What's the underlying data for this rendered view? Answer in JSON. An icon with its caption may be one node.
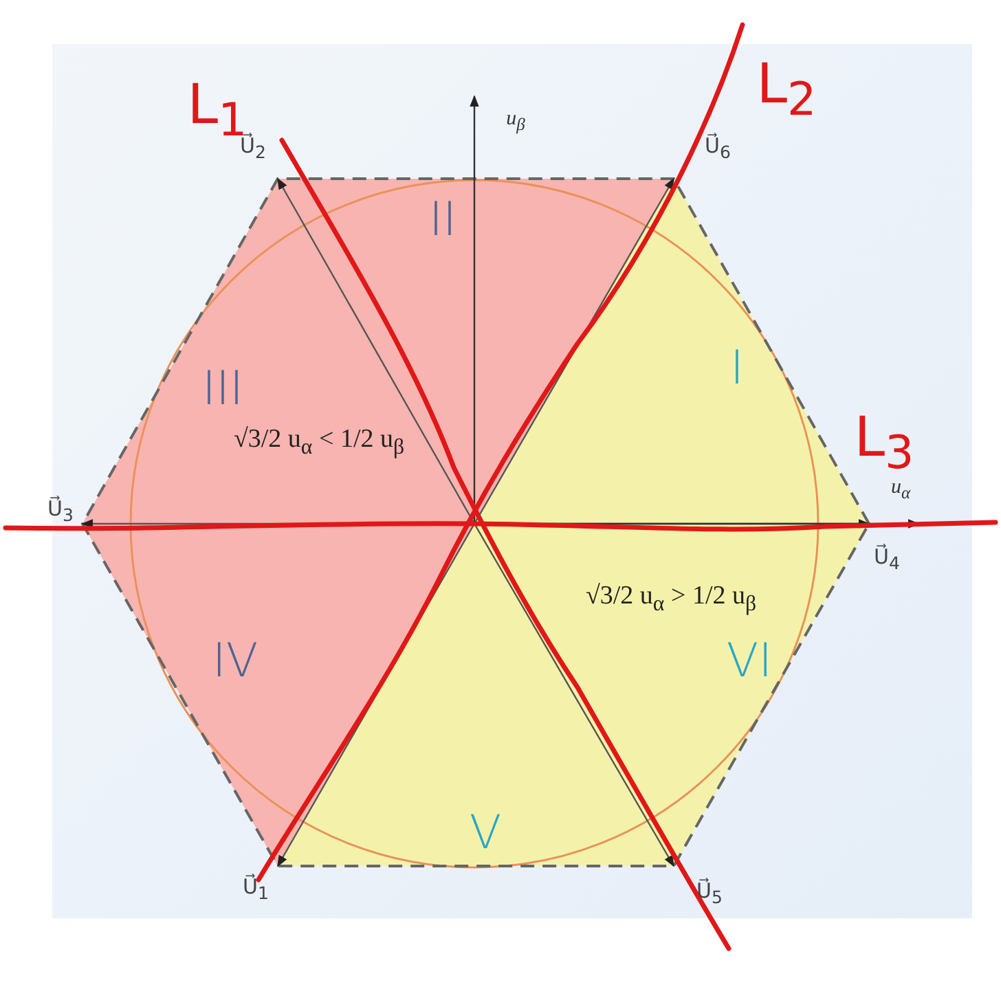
{
  "diagram": {
    "labels": [
      "L$_{1}$",
      "L$_{2}$",
      "u$_{β}$",
      "U⃗$_{2}$",
      "U⃗$_{6}$",
      "II",
      "III",
      "√3/2 u$_{α}$ < 1/2 u$_{β}$",
      "I",
      "L$_{3}$",
      "u$_{α}$",
      "U⃗$_{3}$",
      "U⃗$_{4}$",
      "√3/2 u$_{α}$ > 1/2 u$_{β}$",
      "IV",
      "VI",
      "V",
      "U⃗$_{1}$",
      "U⃗$_{5}$"
    ]
  }
}
